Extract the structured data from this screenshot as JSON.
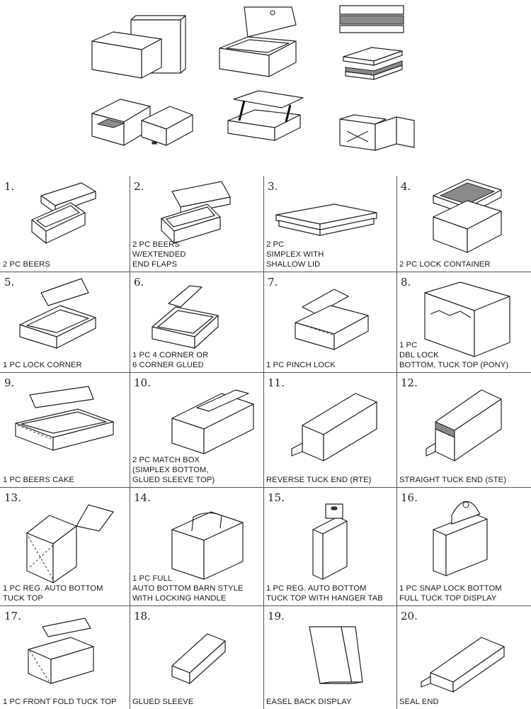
{
  "styles": [
    {
      "num": "1.",
      "caption": "2 PC BEERS",
      "icon": "two-piece-tray-box-icon"
    },
    {
      "num": "2.",
      "caption": "2 PC BEERS\nW/EXTENDED\nEND FLAPS",
      "icon": "two-piece-extended-flap-box-icon"
    },
    {
      "num": "3.",
      "caption": "2 PC\nSIMPLEX WITH\nSHALLOW LID",
      "icon": "shallow-lid-box-icon"
    },
    {
      "num": "4.",
      "caption": "2 PC LOCK CONTAINER",
      "icon": "lock-container-box-icon"
    },
    {
      "num": "5.",
      "caption": "1 PC LOCK CORNER",
      "icon": "lock-corner-box-icon"
    },
    {
      "num": "6.",
      "caption": "1 PC 4 CORNER OR\n6 CORNER GLUED",
      "icon": "corner-glued-tray-icon"
    },
    {
      "num": "7.",
      "caption": "1 PC PINCH LOCK",
      "icon": "pinch-lock-box-icon"
    },
    {
      "num": "8.",
      "caption": "1 PC\nDBL LOCK\nBOTTOM, TUCK TOP (PONY)",
      "icon": "pony-box-icon"
    },
    {
      "num": "9.",
      "caption": "1 PC BEERS CAKE",
      "icon": "cake-box-icon"
    },
    {
      "num": "10.",
      "caption": "2 PC MATCH BOX\n(SIMPLEX BOTTOM,\nGLUED SLEEVE TOP)",
      "icon": "match-box-icon"
    },
    {
      "num": "11.",
      "caption": "REVERSE TUCK END (RTE)",
      "icon": "reverse-tuck-end-box-icon"
    },
    {
      "num": "12.",
      "caption": "STRAIGHT TUCK END (STE)",
      "icon": "straight-tuck-end-box-icon"
    },
    {
      "num": "13.",
      "caption": "1 PC REG. AUTO BOTTOM\nTUCK TOP",
      "icon": "auto-bottom-box-icon"
    },
    {
      "num": "14.",
      "caption": "1 PC  FULL\nAUTO BOTTOM BARN STYLE\nWITH LOCKING HANDLE",
      "icon": "barn-handle-box-icon"
    },
    {
      "num": "15.",
      "caption": "1 PC REG. AUTO BOTTOM\nTUCK TOP WITH HANGER TAB",
      "icon": "hanger-tab-box-icon"
    },
    {
      "num": "16.",
      "caption": "1 PC SNAP LOCK BOTTOM\nFULL TUCK TOP DISPLAY",
      "icon": "display-box-icon"
    },
    {
      "num": "17.",
      "caption": "1 PC FRONT FOLD TUCK TOP",
      "icon": "front-fold-box-icon"
    },
    {
      "num": "18.",
      "caption": "GLUED SLEEVE",
      "icon": "glued-sleeve-icon"
    },
    {
      "num": "19.",
      "caption": "EASEL BACK DISPLAY",
      "icon": "easel-back-display-icon"
    },
    {
      "num": "20.",
      "caption": "SEAL END",
      "icon": "seal-end-box-icon"
    }
  ],
  "top_icons": [
    "lift-off-lid-box-icon",
    "magnetic-flap-box-icon",
    "stacked-lid-box-icon",
    "drawer-slide-box-icon",
    "hinged-lid-ribbon-box-icon",
    "collapsible-box-icon"
  ]
}
